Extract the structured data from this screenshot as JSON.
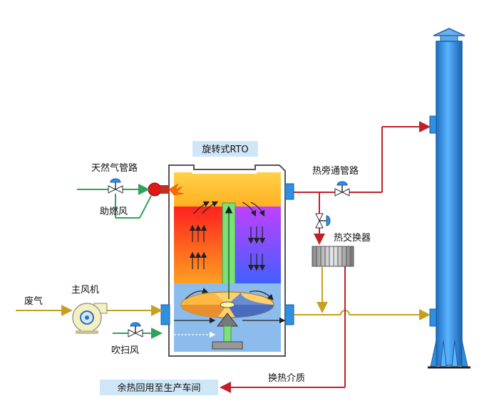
{
  "labels": {
    "rto_title": "旋转式RTO",
    "natural_gas": "天然气管路",
    "combustion_air": "助燃风",
    "hot_bypass": "热旁通管路",
    "heat_exchanger": "热交换器",
    "waste_gas": "废气",
    "main_fan": "主风机",
    "purge_air": "吹扫风",
    "heat_medium": "换热介质",
    "waste_heat": "余热回用至生产车间"
  },
  "colors": {
    "pipe_red": "#c0202a",
    "pipe_gold": "#c8a020",
    "pipe_green": "#2fa35a",
    "stack_blue": "#2f8fe0",
    "chamber_blue": "#7fb2e8",
    "label_box": "#cfe6f7"
  }
}
